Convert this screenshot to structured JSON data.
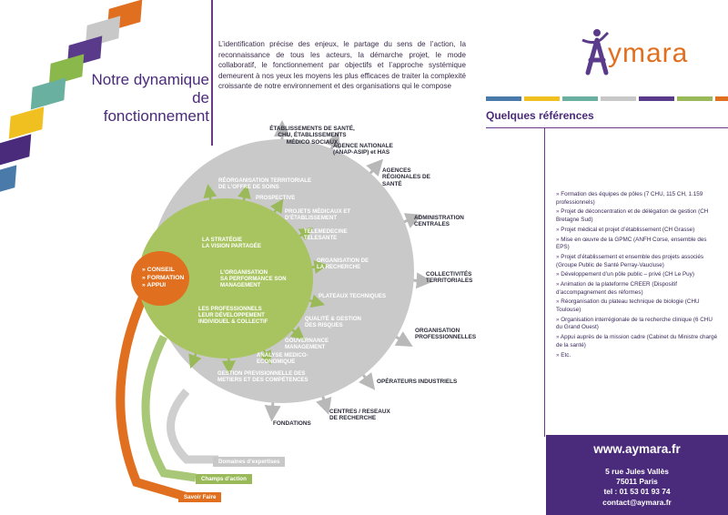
{
  "colors": {
    "purple": "#4a2a7a",
    "orange": "#e07020",
    "green": "#9aba5a",
    "grey": "#c6c6c6",
    "light_grey": "#d8d8d8",
    "teal": "#6ab0a0",
    "blue": "#4a7aaa",
    "yellow": "#f0c020"
  },
  "title": {
    "line1": "Notre dynamique",
    "line2": "de fonctionnement"
  },
  "intro": "L’identification précise des enjeux, le partage du sens de l’action, la reconnaissance de tous les acteurs, la démarche projet, le mode collaboratif, le fonctionnement par objectifs et l’approche systémique demeurent à nos yeux les moyens les plus efficaces de traiter la complexité croissante de notre environnement et des organisations qui le compose",
  "logo": {
    "text": "ymara",
    "letter": "A"
  },
  "references": {
    "title": "Quelques références",
    "items": [
      "Formation des équipes de pôles (7 CHU, 115 CH, 1.159 professionnels)",
      "Projet de déconcentration et de délégation de gestion (CH Bretagne Sud)",
      "Projet médical et projet d’établissement (CH Grasse)",
      "Mise en œuvre de la GPMC (ANFH Corse, ensemble des EPS)",
      "Projet d’établissement et ensemble des projets associés (Groupe Public de Santé Perray-Vaucluse)",
      "Développement d’un pôle public – privé (CH Le Puy)",
      "Animation de la plateforme CREER (Dispositif d’accompagnement des réformes)",
      "Réorganisation du plateau technique de biologie (CHU Toulouse)",
      "Organisation interrégionale de la recherche clinique (6 CHU du Grand Ouest)",
      "Appui auprès de la mission cadre (Cabinet du Ministre chargé de la santé)",
      "Etc."
    ]
  },
  "contact": {
    "url": "www.aymara.fr",
    "street": "5 rue Jules Vallès",
    "city": "75011 Paris",
    "tel": "tel : 01 53 01 93 74",
    "email": "contact@aymara.fr"
  },
  "diagram": {
    "orange_items": [
      "» CONSEIL",
      "» FORMATION",
      "» APPUI"
    ],
    "green_items": [
      {
        "main": "LA STRATÉGIE",
        "sub": "LA VISION PARTAGÉE"
      },
      {
        "main": "L’ORGANISATION",
        "sub": "SA PERFORMANCE SON MANAGEMENT"
      },
      {
        "main": "LES PROFESSIONNELS",
        "sub": "LEUR DÉVELOPPEMENT INDIVIDUEL & COLLECTIF"
      }
    ],
    "grey_items": [
      "RÉORGANISATION TERRITORIALE DE L’OFFRE DE SOINS",
      "PROSPECTIVE",
      "PROJETS MÉDICAUX ET D’ÉTABLISSEMENT",
      "TELEMEDECINE TELESANTE",
      "ORGANISATION DE LA RECHERCHE",
      "PLATEAUX TECHNIQUES",
      "QUALITÉ & GESTION DES RISQUES",
      "GOUVERNANCE MANAGEMENT",
      "ANALYSE MEDICO-ECONOMIQUE",
      "GESTION PREVISIONNELLE DES METIERS ET DES COMPÉTENCES"
    ],
    "outer_items": [
      "ÉTABLISSEMENTS DE SANTÉ, CHU, ÉTABLISSEMENTS MÉDICO SOCIAUX",
      "AGENCE NATIONALE (ANAP-ASIP) et HAS",
      "AGENCES RÉGIONALES DE SANTÉ",
      "ADMINISTRATION CENTRALES",
      "COLLECTIVITÉS TERRITORIALES",
      "ORGANISATION PROFESSIONNELLES",
      "OPÉRATEURS INDUSTRIELS",
      "CENTRES / RESEAUX DE RECHERCHE",
      "FONDATIONS"
    ],
    "legend": {
      "grey": "Domaines d’expertises",
      "green": "Champs d’action",
      "orange": "Savoir Faire"
    }
  }
}
